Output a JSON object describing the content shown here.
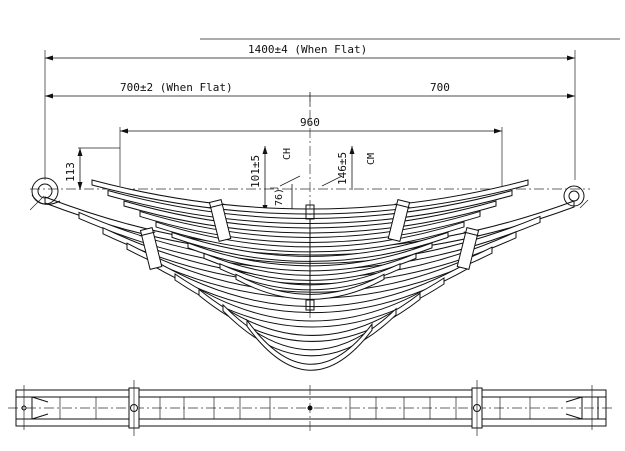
{
  "dimensions": {
    "overall_length": "1400±4 (When Flat)",
    "half_length_front": "700±2 (When Flat)",
    "half_length_rear": "700",
    "helper_span": "960",
    "eye_height": "113",
    "helper_height": "101±5",
    "helper_height_tag": "CH",
    "main_height": "146±5",
    "main_height_tag": "CM",
    "reference": "(76)"
  },
  "spring": {
    "main_leaf_count": 9,
    "helper_leaf_count": 10,
    "eye_count": 2,
    "clip_count": 4
  }
}
